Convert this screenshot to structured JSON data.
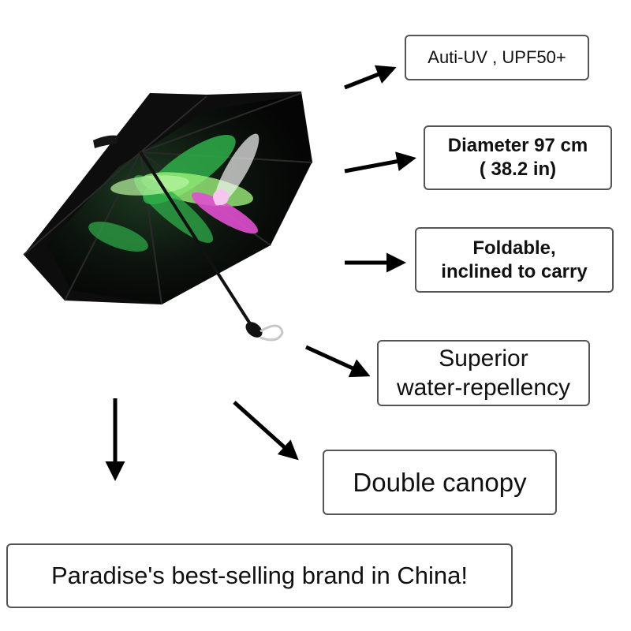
{
  "features": {
    "uv": "Auti-UV , UPF50+",
    "diameter_line1": "Diameter  97 cm",
    "diameter_line2": "( 38.2 in)",
    "foldable_line1": "Foldable,",
    "foldable_line2": "inclined to carry",
    "water_line1": "Superior",
    "water_line2": "water-repellency",
    "canopy": "Double canopy",
    "brand": "Paradise's best-selling brand in China!"
  },
  "product_image": {
    "subject": "umbrella-icon",
    "canopy_outer_color": "#111111",
    "print_colors": [
      "#2fae4a",
      "#9cf07a",
      "#e04fcf",
      "#f5f5f5"
    ]
  }
}
